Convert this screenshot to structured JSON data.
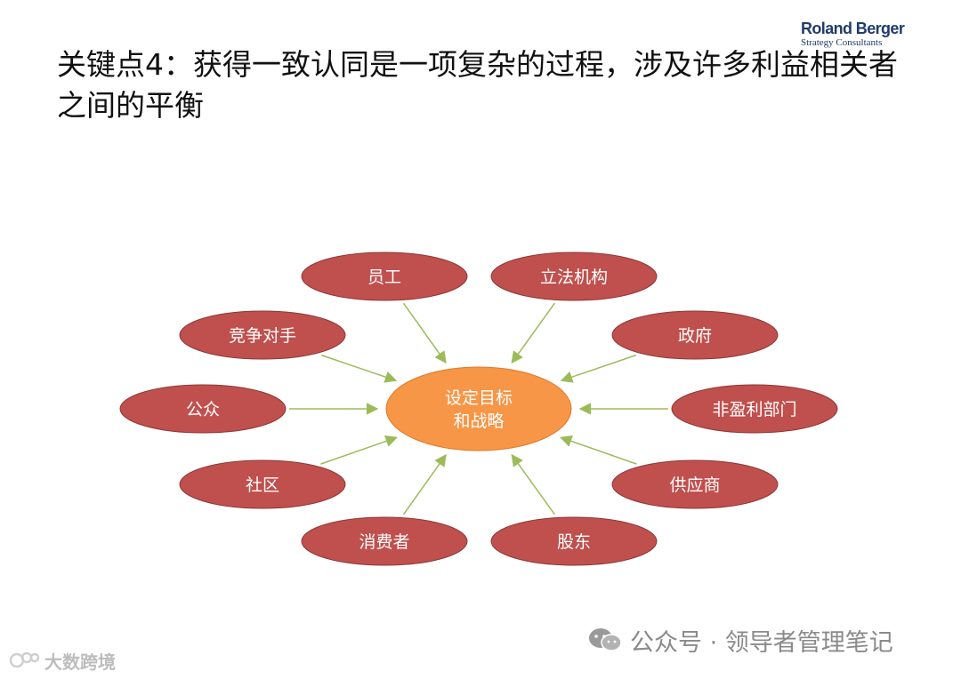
{
  "title": "关键点4：获得一致认同是一项复杂的过程，涉及许多利益相关者之间的平衡",
  "logo": {
    "main": "Roland Berger",
    "sub": "Strategy Consultants"
  },
  "diagram": {
    "center": {
      "line1": "设定目标",
      "line2": "和战略"
    },
    "stakeholders": [
      "员工",
      "立法机构",
      "政府",
      "非盈利部门",
      "供应商",
      "股东",
      "消费者",
      "社区",
      "公众",
      "竞争对手"
    ],
    "colors": {
      "center_fill": "#f79646",
      "node_fill": "#c0504d",
      "node_stroke": "#8c3836",
      "arrow": "#9bbb59",
      "text": "#ffffff"
    }
  },
  "watermark": {
    "text": "公众号 · 领导者管理笔记",
    "icon": "wechat-icon"
  },
  "corner_mark": {
    "text": "大数跨境",
    "icon": "brand-logo-icon"
  }
}
